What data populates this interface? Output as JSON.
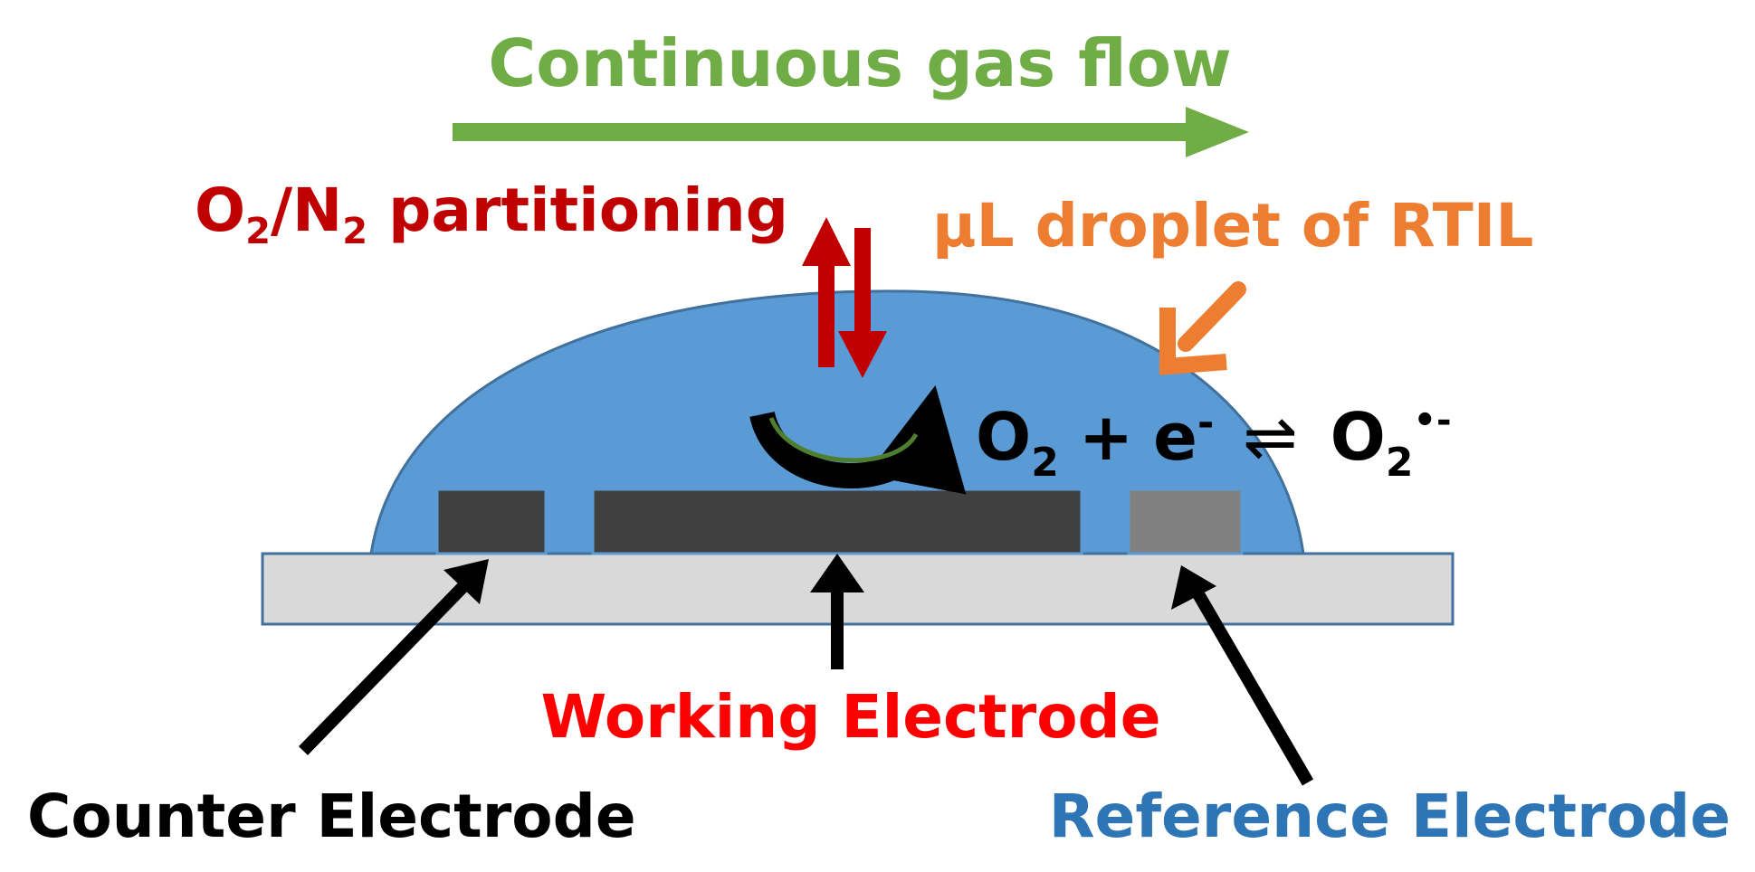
{
  "labels": {
    "gas_flow": "Continuous gas flow",
    "partitioning": {
      "o": "O",
      "sub1": "2",
      "slash_n": "/N",
      "sub2": "2",
      "rest": " partitioning"
    },
    "droplet": "µL droplet of RTIL",
    "working_electrode": "Working Electrode",
    "counter_electrode": "Counter Electrode",
    "reference_electrode": "Reference Electrode"
  },
  "reaction": {
    "reactant": "O",
    "reactant_sub": "2",
    "plus": "+",
    "electron": "e",
    "electron_charge": "-",
    "equilibrium_symbol": "⇌",
    "product": "O",
    "product_sub": "2",
    "product_charge": "•-"
  },
  "colors": {
    "gas_flow": "#70ad47",
    "partitioning": "#c00000",
    "droplet_label": "#ed7d31",
    "working_electrode_label": "#ff0000",
    "reference_electrode_label": "#2e75b6",
    "counter_electrode_label": "#000000",
    "droplet_fill": "#5b9bd5",
    "droplet_stroke": "#41719c",
    "substrate_fill": "#d9d9d9",
    "electrode_dark": "#404040",
    "electrode_reference": "#808080"
  }
}
